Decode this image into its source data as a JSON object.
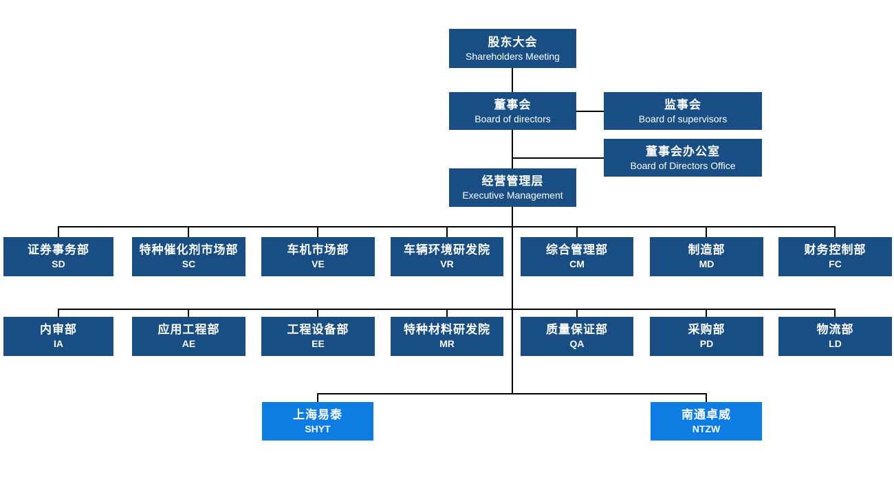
{
  "colors": {
    "node_primary": "#184e84",
    "node_subsidiary": "#0d7ce3",
    "connector": "#000000",
    "text": "#ffffff",
    "background": "#ffffff"
  },
  "org": {
    "shareholders": {
      "zh": "股东大会",
      "en": "Shareholders Meeting"
    },
    "board": {
      "zh": "董事会",
      "en": "Board of directors"
    },
    "supervisors": {
      "zh": "监事会",
      "en": "Board of supervisors"
    },
    "board_office": {
      "zh": "董事会办公室",
      "en": "Board of Directors Office"
    },
    "executive": {
      "zh": "经营管理层",
      "en": "Executive Management"
    },
    "departments_row1": [
      {
        "zh": "证券事务部",
        "code": "SD"
      },
      {
        "zh": "特种催化剂市场部",
        "code": "SC"
      },
      {
        "zh": "车机市场部",
        "code": "VE"
      },
      {
        "zh": "车辆环境研发院",
        "code": "VR"
      },
      {
        "zh": "综合管理部",
        "code": "CM"
      },
      {
        "zh": "制造部",
        "code": "MD"
      },
      {
        "zh": "财务控制部",
        "code": "FC"
      }
    ],
    "departments_row2": [
      {
        "zh": "内审部",
        "code": "IA"
      },
      {
        "zh": "应用工程部",
        "code": "AE"
      },
      {
        "zh": "工程设备部",
        "code": "EE"
      },
      {
        "zh": "特种材料研发院",
        "code": "MR"
      },
      {
        "zh": "质量保证部",
        "code": "QA"
      },
      {
        "zh": "采购部",
        "code": "PD"
      },
      {
        "zh": "物流部",
        "code": "LD"
      }
    ],
    "subsidiaries": [
      {
        "zh": "上海易泰",
        "code": "SHYT"
      },
      {
        "zh": "南通卓威",
        "code": "NTZW"
      }
    ]
  }
}
